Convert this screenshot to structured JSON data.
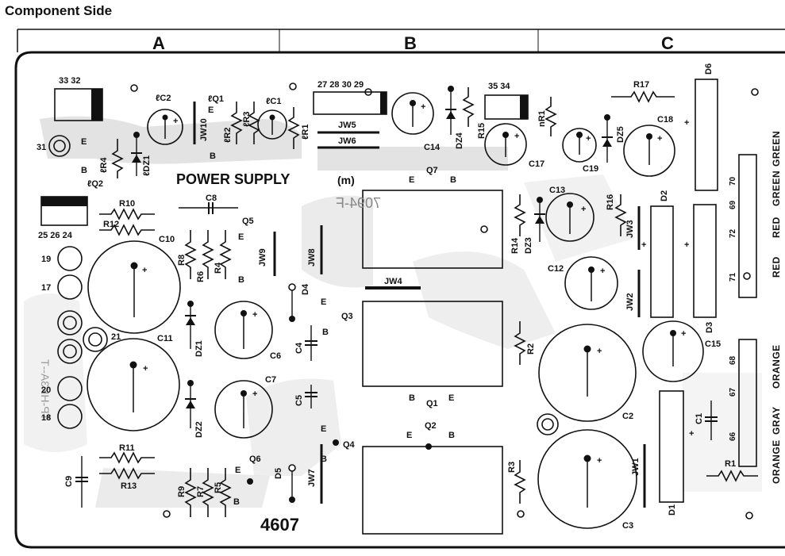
{
  "heading": "Component Side",
  "columns": [
    "A",
    "B",
    "C"
  ],
  "board_title": "POWER SUPPLY",
  "board_title_suffix": "(m)",
  "board_number": "4607",
  "mirror_text_1": "7094-F",
  "mirror_text_2": "TP-HK3A--T",
  "wire_colors": [
    "RED",
    "GREEN",
    "RED",
    "GREEN",
    "ORANGE",
    "GRAY",
    "ORANGE",
    "GRAY",
    "ORANGE"
  ],
  "labels": {
    "c1": "C1",
    "c2": "C2",
    "c3": "C3",
    "c4": "C4",
    "c5": "C5",
    "c6": "C6",
    "c7": "C7",
    "c8": "C8",
    "c9": "C9",
    "c10": "C10",
    "c11": "C11",
    "c12": "C12",
    "c13": "C13",
    "c14": "C14",
    "c15": "C15",
    "c17": "C17",
    "c18": "C18",
    "c19": "C19",
    "lc1": "ℓC1",
    "lc2": "ℓC2",
    "lq1": "ℓQ1",
    "lq2": "ℓQ2",
    "lr1": "ℓR1",
    "lr2": "ℓR2",
    "lr3": "ℓR3",
    "lr4": "ℓR4",
    "ldz1": "ℓDZ1",
    "nr1": "nR1",
    "r1": "R1",
    "r2": "R2",
    "r3": "R3",
    "r4": "R4",
    "r5": "R5",
    "r6": "R6",
    "r7": "R7",
    "r8": "R8",
    "r9": "R9",
    "r10": "R10",
    "r11": "R11",
    "r12": "R12",
    "r13": "R13",
    "r14": "R14",
    "r15": "R15",
    "r16": "R16",
    "r17": "R17",
    "d1": "D1",
    "d2": "D2",
    "d3": "D3",
    "d4": "D4",
    "d5": "D5",
    "d6": "D6",
    "dz1": "DZ1",
    "dz2": "DZ2",
    "dz3": "DZ3",
    "dz4": "DZ4",
    "dz5": "DZ5",
    "q1": "Q1",
    "q2": "Q2",
    "q3": "Q3",
    "q4": "Q4",
    "q5": "Q5",
    "q6": "Q6",
    "q7": "Q7",
    "jw1": "JW1",
    "jw2": "JW2",
    "jw3": "JW3",
    "jw4": "JW4",
    "jw5": "JW5",
    "jw6": "JW6",
    "jw7": "JW7",
    "jw8": "JW8",
    "jw9": "JW9",
    "jw10": "JW10",
    "term_27_30": "27 28 30 29",
    "term_33_32": "33 32",
    "term_35_34": "35 34",
    "term_25_24": "25 26 24",
    "t19": "19",
    "t17": "17",
    "t21": "21",
    "t20": "20",
    "t18": "18",
    "t31": "31",
    "t70": "70",
    "t69": "69",
    "t72": "72",
    "t71": "71",
    "t68": "68",
    "t67": "67",
    "t66": "66",
    "e": "E",
    "b": "B",
    "plus": "+"
  }
}
